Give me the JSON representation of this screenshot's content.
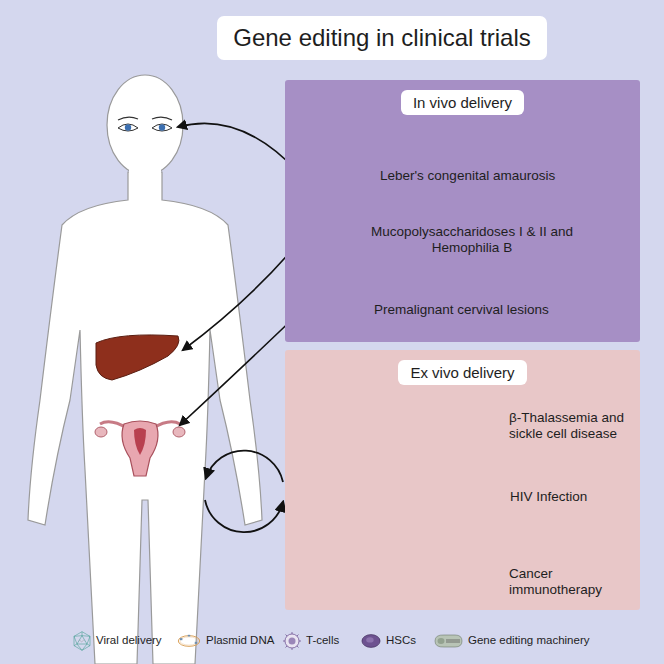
{
  "diagram": {
    "title": "Gene editing in clinical trials",
    "nodes": [
      {
        "text": [
          "In vivo delivery"
        ]
      },
      {
        "text": [
          "Leber's congenital amaurosis"
        ],
        "in": 0
      },
      {
        "text": [
          "Mucopolysaccharidoses I & II and Hemophilia B"
        ],
        "in": 0
      },
      {
        "text": [
          "Premalignant cervival lesions"
        ],
        "in": 0
      },
      {
        "text": [
          "Ex vivo delivery"
        ]
      },
      {
        "text": [
          "β-Thalassemia and sickle cell disease"
        ],
        "in": 4
      },
      {
        "text": [
          "HIV Infection"
        ],
        "in": 4
      },
      {
        "text": [
          "Cancer immunotherapy"
        ],
        "in": 4
      }
    ],
    "legend": [
      {
        "text": "Viral delivery"
      },
      {
        "text": "Plasmid DNA"
      },
      {
        "text": "T-cells"
      },
      {
        "text": "HSCs"
      },
      {
        "text": "Gene editing machinery"
      }
    ]
  }
}
